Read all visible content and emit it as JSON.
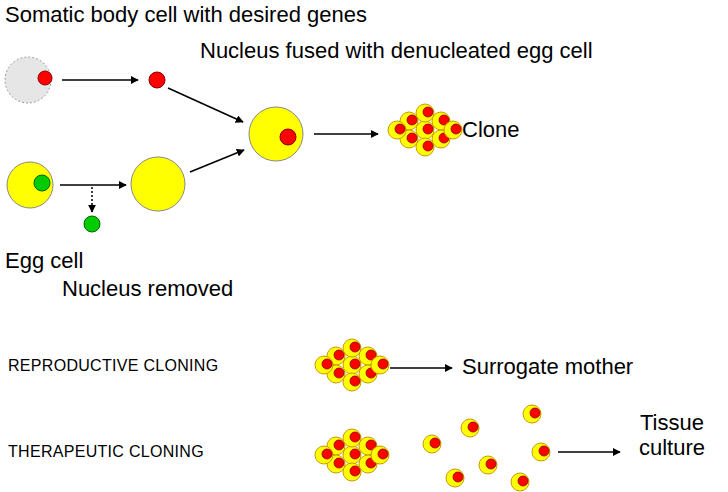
{
  "diagram": {
    "labels": [
      "Somatic body cell with desired genes",
      "Nucleus fused with denucleated egg cell",
      "Clone",
      "Egg cell",
      "Nucleus removed",
      "REPRODUCTIVE CLONING",
      "Surrogate mother",
      "THERAPEUTIC CLONING",
      "Tissue culture"
    ]
  }
}
